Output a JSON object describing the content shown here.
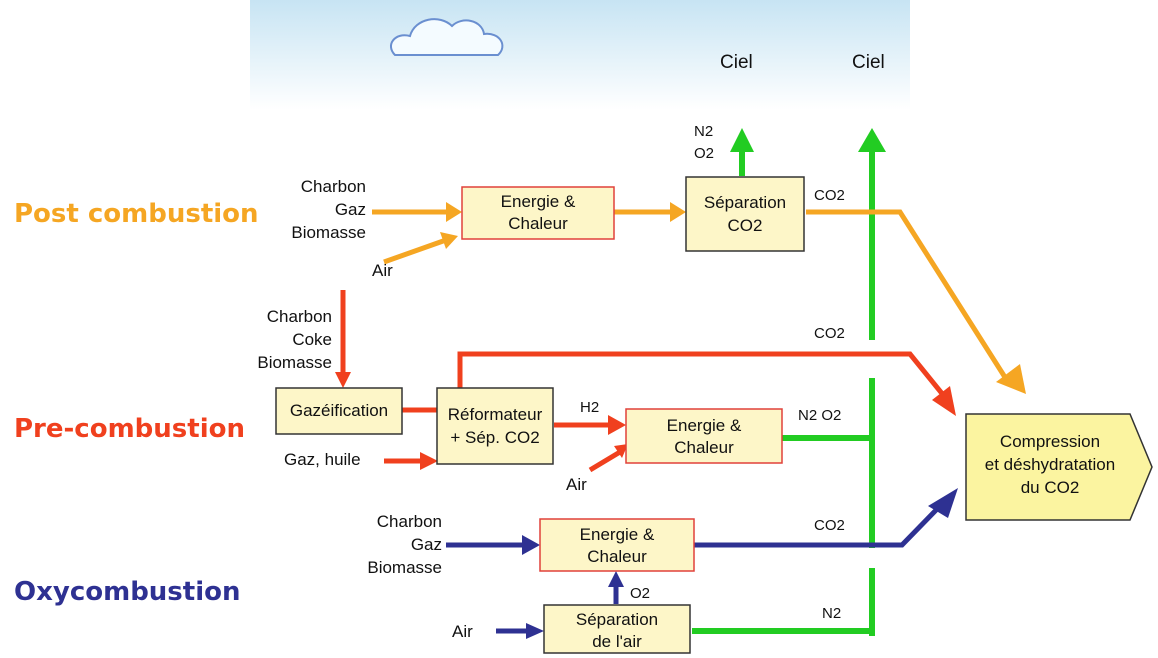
{
  "sky": {
    "left": "Ciel",
    "right": "Ciel"
  },
  "sections": {
    "post": {
      "title": "Post combustion",
      "color": "#f5a623"
    },
    "pre": {
      "title": "Pre-combustion",
      "color": "#f0401e"
    },
    "oxy": {
      "title": "Oxycombustion",
      "color": "#2e3192"
    }
  },
  "inputs": {
    "post_fuel": [
      "Charbon",
      "Gaz",
      "Biomasse"
    ],
    "post_air": "Air",
    "pre_fuel": [
      "Charbon",
      "Coke",
      "Biomasse"
    ],
    "pre_gas": "Gaz, huile",
    "pre_air": "Air",
    "oxy_fuel": [
      "Charbon",
      "Gaz",
      "Biomasse"
    ],
    "oxy_air": "Air"
  },
  "boxes": {
    "post_energy": [
      "Energie &",
      "Chaleur"
    ],
    "post_sep": [
      "Séparation",
      "CO2"
    ],
    "gasif": "Gazéification",
    "reform": [
      "Réformateur",
      "+ Sép. CO2"
    ],
    "pre_energy": [
      "Energie &",
      "Chaleur"
    ],
    "oxy_energy": [
      "Energie &",
      "Chaleur"
    ],
    "air_sep": [
      "Séparation",
      "de l'air"
    ],
    "compression": [
      "Compression",
      "et déshydratation",
      "du CO2"
    ]
  },
  "flows": {
    "n2": "N2",
    "o2": "O2",
    "co2": "CO2",
    "h2": "H2",
    "n2_o2": "N2 O2"
  },
  "colors": {
    "orange": "#f5a623",
    "red": "#f0401e",
    "green": "#22cc22",
    "blue": "#2e3192",
    "box_fill": "#fdf6c8",
    "box_border_red": "#e0403a",
    "compress_fill": "#fbf4a0"
  }
}
